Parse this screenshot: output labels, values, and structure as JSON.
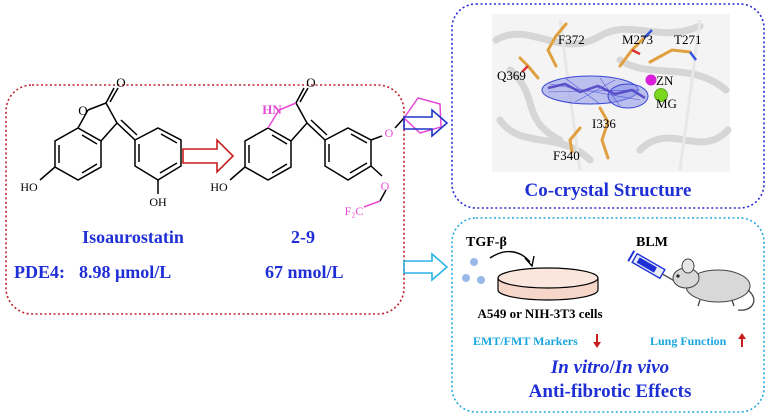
{
  "left": {
    "compound1": {
      "name": "Isoaurostatin",
      "atoms": {
        "o_ring": "O",
        "o_carbonyl": "O",
        "ho_left": "HO",
        "oh_right": "OH"
      }
    },
    "compound2": {
      "name": "2-9",
      "atoms": {
        "hn": "HN",
        "o_carbonyl": "O",
        "ho_left": "HO",
        "o_ether1": "O",
        "o_ether2": "O",
        "f2c": "F₂C"
      }
    },
    "pde4_label": "PDE4:",
    "value1": "8.98 μmol/L",
    "value2": "67 nmol/L"
  },
  "cocrystal": {
    "title": "Co-crystal Structure",
    "residues": [
      "F372",
      "M273",
      "T271",
      "Q369",
      "ZN",
      "MG",
      "I336",
      "F340"
    ],
    "colors": {
      "zn": "#d61fd6",
      "mg": "#7ad61f",
      "residue": "#e0a040"
    }
  },
  "effects": {
    "tgf": "TGF-β",
    "blm": "BLM",
    "cells": "A549 or NIH-3T3 cells",
    "emt": "EMT/FMT Markers",
    "lung": "Lung Function",
    "invitro": "In vitro",
    "slash": "/",
    "invivo": "In vivo",
    "title": "Anti-fibrotic Effects"
  },
  "colors": {
    "left_border": "#c0202a",
    "top_border": "#2a2ad6",
    "bottom_border": "#28a8e0",
    "blue_text": "#1f2fd6",
    "cyan_text": "#19a6de",
    "highlight": "#e64ad6",
    "arrow_red": "#c81e1e",
    "arrow_blue": "#2035c8",
    "arrow_cyan": "#28b4e6"
  }
}
